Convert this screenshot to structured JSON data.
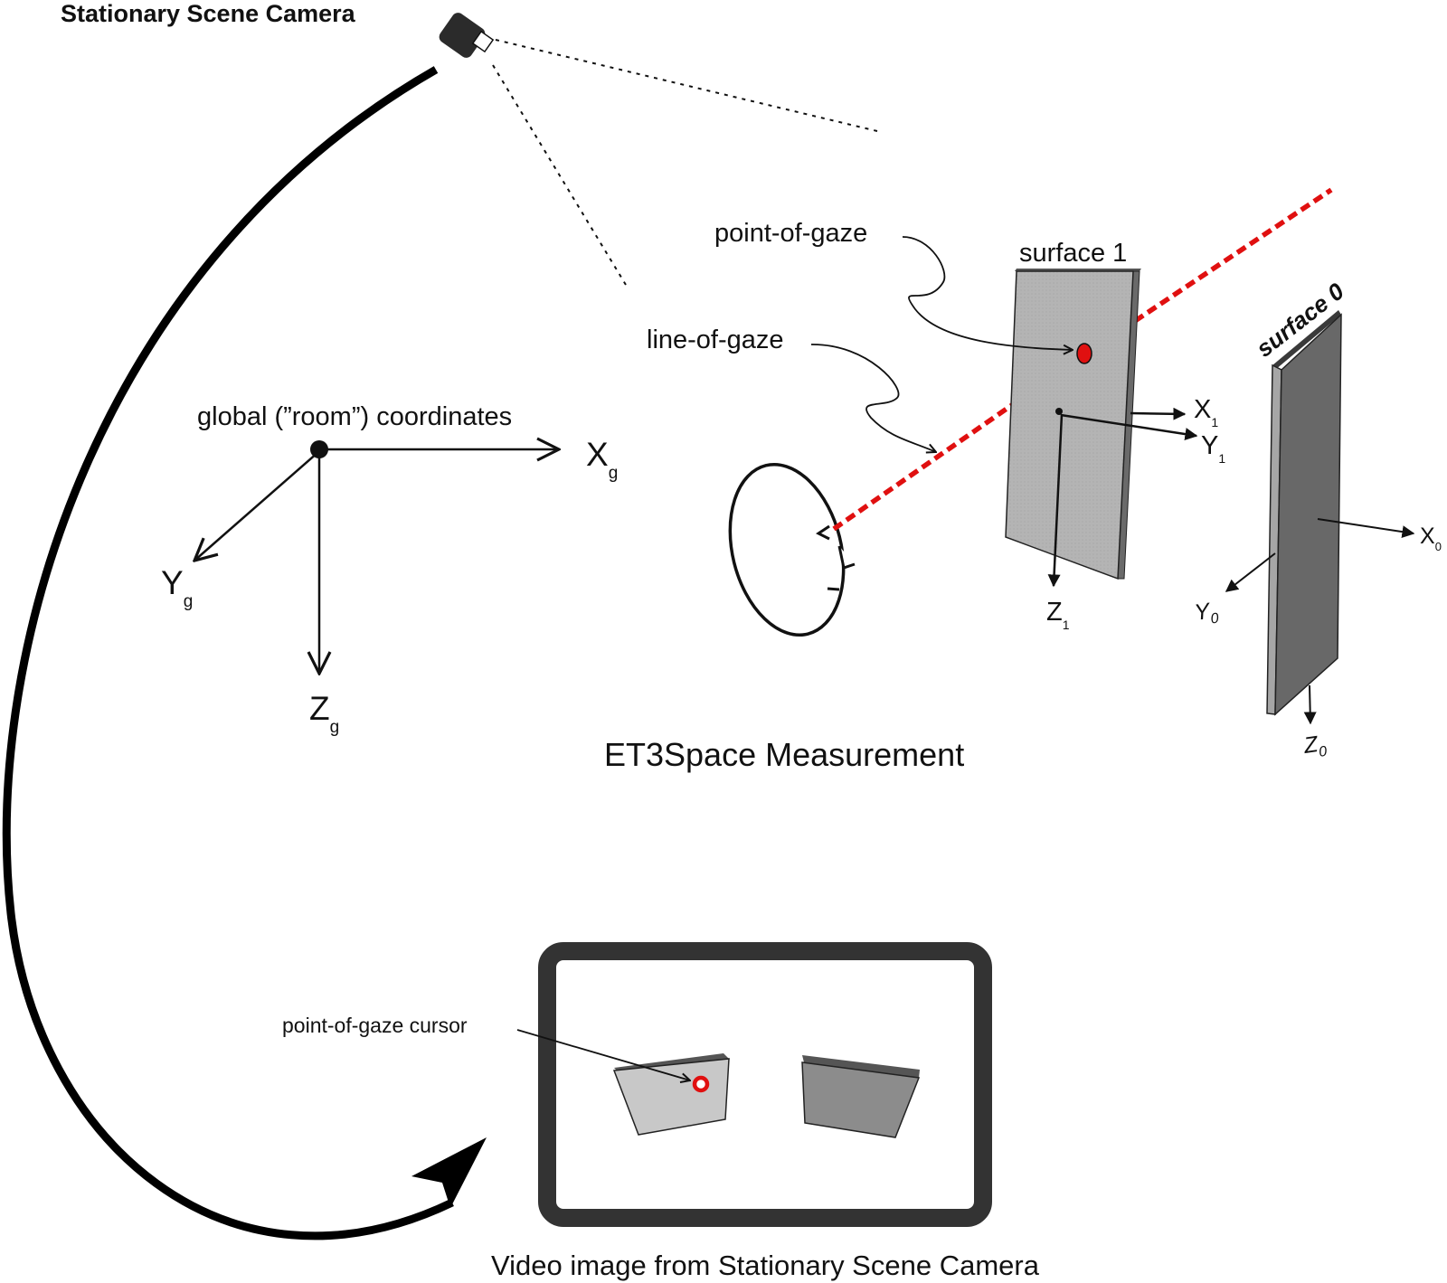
{
  "camera_title": "Stationary Scene Camera",
  "labels": {
    "point_of_gaze": "point-of-gaze",
    "line_of_gaze": "line-of-gaze",
    "global_coords": "global (”room”) coordinates",
    "surface1": "surface 1",
    "surface0": "surface 0",
    "measurement": "ET3Space Measurement",
    "cursor": "point-of-gaze cursor",
    "video_caption": "Video image from Stationary Scene Camera"
  },
  "axes": {
    "global": {
      "x": "X",
      "y": "Y",
      "z": "Z",
      "sub": "g"
    },
    "surface1": {
      "x": "X",
      "y": "Y",
      "z": "Z",
      "sub": "1"
    },
    "surface0": {
      "x": "X",
      "y": "Y",
      "z": "Z",
      "sub": "0"
    }
  },
  "colors": {
    "ink": "#111111",
    "gaze_red": "#e01010",
    "surface1_fill": "#b4b4b4",
    "surface0_fill": "#686868",
    "panel_light": "#c8c8c8",
    "panel_dark": "#8c8c8c",
    "frame": "#333333"
  },
  "icons": {
    "camera": "camera-icon",
    "head": "head-outline-icon"
  }
}
